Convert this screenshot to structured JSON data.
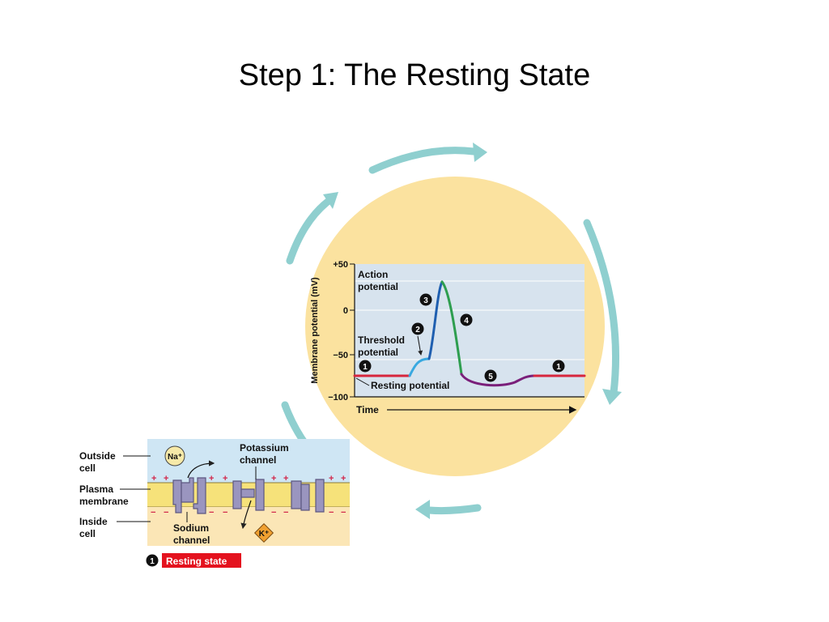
{
  "slide": {
    "title": "Step 1: The Resting State"
  },
  "colors": {
    "background": "#ffffff",
    "cycle_circle": "#fbe29f",
    "cycle_arrows": "#8fcfcf",
    "graph_bg": "#d7e3ee",
    "resting": "#d7263d",
    "depolarize_start": "#39a9e0",
    "rise": "#1f5fb0",
    "fall": "#2e9e4f",
    "undershoot": "#7a1f7a",
    "extracellular": "#cfe6f4",
    "membrane": "#f6e27a",
    "intracellular": "#fbe6b6",
    "channel": "#9a95bf",
    "state_label_bg": "#e4121e"
  },
  "graph": {
    "ylabel": "Membrane potential (mV)",
    "yticks": [
      "+50",
      "0",
      "−50",
      "−100"
    ],
    "xlabel": "Time",
    "labels": {
      "action_potential_1": "Action",
      "action_potential_2": "potential",
      "threshold_1": "Threshold",
      "threshold_2": "potential",
      "resting": "Resting potential"
    },
    "markers": [
      "1",
      "2",
      "3",
      "4",
      "5",
      "1"
    ]
  },
  "membrane": {
    "outside_1": "Outside",
    "outside_2": "cell",
    "plasma_1": "Plasma",
    "plasma_2": "membrane",
    "inside_1": "Inside",
    "inside_2": "cell",
    "potassium_1": "Potassium",
    "potassium_2": "channel",
    "sodium_1": "Sodium",
    "sodium_2": "channel",
    "na_ion": "Na⁺",
    "k_ion": "K⁺",
    "plus": "+",
    "minus": "−"
  },
  "state_label": {
    "number": "1",
    "text": "Resting state"
  }
}
